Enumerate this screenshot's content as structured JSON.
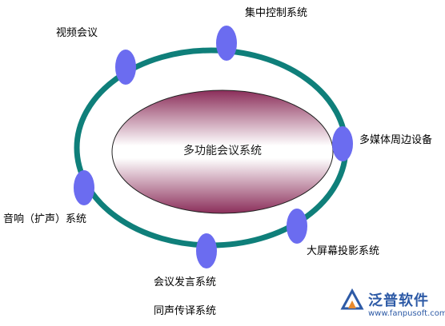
{
  "center": {
    "label": "多功能会议系统"
  },
  "nodes": [
    {
      "id": "video",
      "label": "视频会议"
    },
    {
      "id": "central-control",
      "label": "集中控制系统"
    },
    {
      "id": "multimedia",
      "label": "多媒体周边设备"
    },
    {
      "id": "big-screen",
      "label": "大屏幕投影系统"
    },
    {
      "id": "speech",
      "label": "会议发言系统"
    },
    {
      "id": "audio",
      "label": "音响（扩声）系统"
    }
  ],
  "footer_label": "同声传译系统",
  "logo": {
    "brand": "泛普软件",
    "url": "www.fanpusoft.com"
  },
  "colors": {
    "ring": "#0f7f7a",
    "node": "#6b6cf0",
    "center_dark": "#8b2e5a",
    "center_light": "#ffffff",
    "logo": "#2d5aa6"
  }
}
